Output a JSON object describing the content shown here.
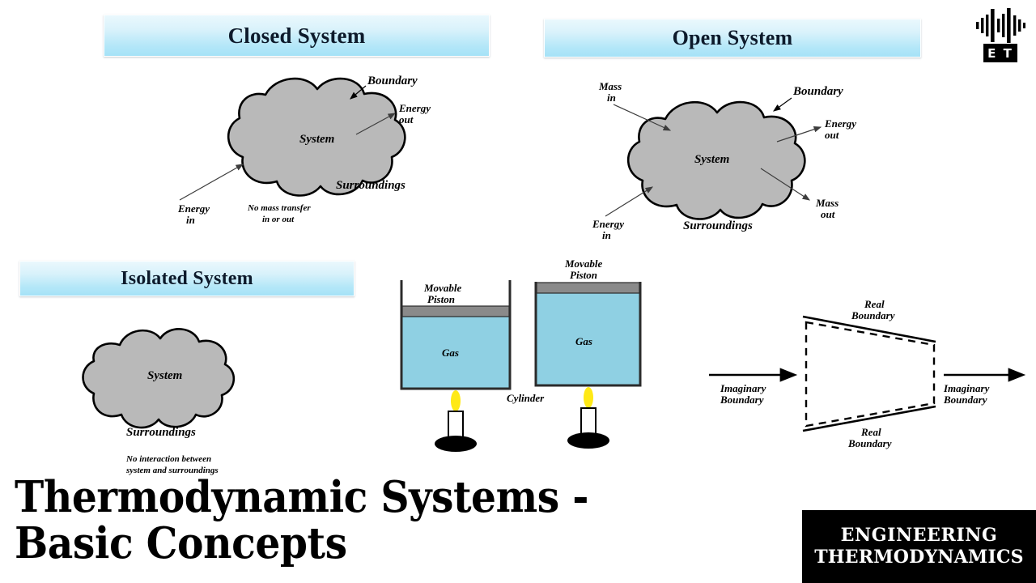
{
  "slide": {
    "title_line_1": "Thermodynamic Systems -",
    "title_line_2": "Basic Concepts",
    "background_color": "#ffffff"
  },
  "logo": {
    "mark_name": "waveform-icon",
    "abbreviation": "E T",
    "bar_count": 11
  },
  "brand_badge": {
    "line_1": "ENGINEERING",
    "line_2": "THERMODYNAMICS",
    "background_color": "#000000",
    "text_color": "#ffffff"
  },
  "banners": {
    "closed": "Closed System",
    "open": "Open System",
    "isolated": "Isolated System",
    "gradient_top": "#eaf8fd",
    "gradient_bottom": "#a5e2f7"
  },
  "closed_system": {
    "cloud_label": "System",
    "boundary_label": "Boundary",
    "energy_out_line_1": "Energy",
    "energy_out_line_2": "out",
    "energy_in_line_1": "Energy",
    "energy_in_line_2": "in",
    "surroundings_label": "Surroundings",
    "note_line_1": "No mass transfer",
    "note_line_2": "in or out",
    "cloud_fill": "#b9b9b9"
  },
  "open_system": {
    "cloud_label": "System",
    "boundary_label": "Boundary",
    "mass_in_line_1": "Mass",
    "mass_in_line_2": "in",
    "energy_out_line_1": "Energy",
    "energy_out_line_2": "out",
    "mass_out_line_1": "Mass",
    "mass_out_line_2": "out",
    "energy_in_line_1": "Energy",
    "energy_in_line_2": "in",
    "surroundings_label": "Surroundings",
    "cloud_fill": "#b9b9b9"
  },
  "isolated_system": {
    "cloud_label": "System",
    "surroundings_label": "Surroundings",
    "note_line_1": "No interaction between",
    "note_line_2": "system and surroundings",
    "cloud_fill": "#b9b9b9"
  },
  "piston_diagram": {
    "left_piston_label_1": "Movable",
    "left_piston_label_2": "Piston",
    "right_piston_label_1": "Movable",
    "right_piston_label_2": "Piston",
    "left_gas_label": "Gas",
    "right_gas_label": "Gas",
    "cylinder_label": "Cylinder",
    "gas_color": "#8fd0e3",
    "piston_color": "#8a8a8a",
    "flame_color": "#ffe916"
  },
  "control_volume": {
    "real_boundary_top_line_1": "Real",
    "real_boundary_top_line_2": "Boundary",
    "real_boundary_bottom_line_1": "Real",
    "real_boundary_bottom_line_2": "Boundary",
    "imaginary_boundary_left_line_1": "Imaginary",
    "imaginary_boundary_left_line_2": "Boundary",
    "imaginary_boundary_right_line_1": "Imaginary",
    "imaginary_boundary_right_line_2": "Boundary"
  }
}
